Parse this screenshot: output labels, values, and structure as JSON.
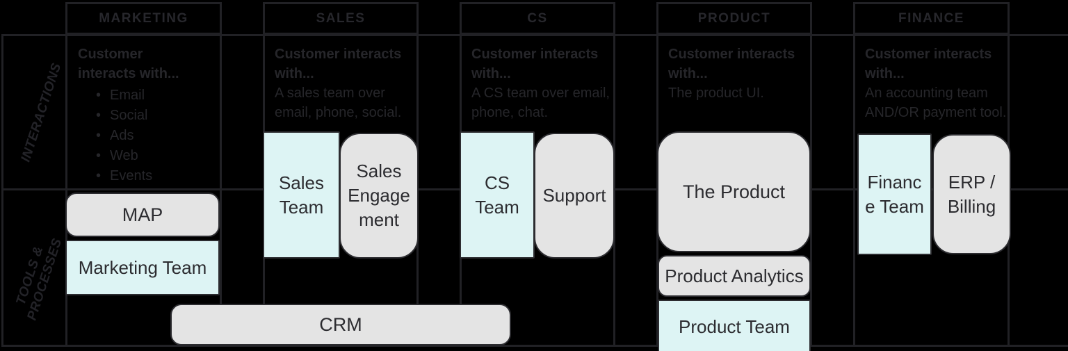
{
  "palette": {
    "background": "#000000",
    "grid_line": "#212125",
    "node_border": "#2c2c30",
    "node_gray_fill": "#e4e4e4",
    "node_cyan_fill": "#ddf4f4",
    "text_dark": "#26262a"
  },
  "bullet_char": "•",
  "rows": {
    "interactions": "INTERACTIONS",
    "tools": "TOOLS & PROCESSES"
  },
  "columns": [
    {
      "header": "MARKETING",
      "lead": "Customer interacts with...",
      "bullets": [
        "Email",
        "Social",
        "Ads",
        "Web",
        "Events"
      ]
    },
    {
      "header": "SALES",
      "lead": "Customer interacts with...",
      "body": "A sales team over email, phone, social."
    },
    {
      "header": "CS",
      "lead": "Customer interacts with...",
      "body": "A CS team over email, phone, chat."
    },
    {
      "header": "PRODUCT",
      "lead": "Customer interacts with...",
      "body": "The product UI."
    },
    {
      "header": "FINANCE",
      "lead": "Customer interacts with...",
      "body": "An accounting team AND/OR payment tool."
    }
  ],
  "boxes": {
    "map": {
      "label": "MAP",
      "fill": "gray"
    },
    "marketing_team": {
      "label": "Marketing Team",
      "fill": "cyan"
    },
    "sales_team": {
      "label": "Sales Team",
      "fill": "cyan"
    },
    "sales_engagement": {
      "label": "Sales Engagement",
      "fill": "gray"
    },
    "cs_team": {
      "label": "CS Team",
      "fill": "cyan"
    },
    "support": {
      "label": "Support",
      "fill": "gray"
    },
    "the_product": {
      "label": "The Product",
      "fill": "gray"
    },
    "product_analytics": {
      "label": "Product Analytics",
      "fill": "gray"
    },
    "product_team": {
      "label": "Product Team",
      "fill": "cyan"
    },
    "finance_team": {
      "label": "Finance Team",
      "fill": "cyan"
    },
    "erp_billing": {
      "label": "ERP / Billing",
      "fill": "gray"
    },
    "crm": {
      "label": "CRM",
      "fill": "gray"
    }
  }
}
